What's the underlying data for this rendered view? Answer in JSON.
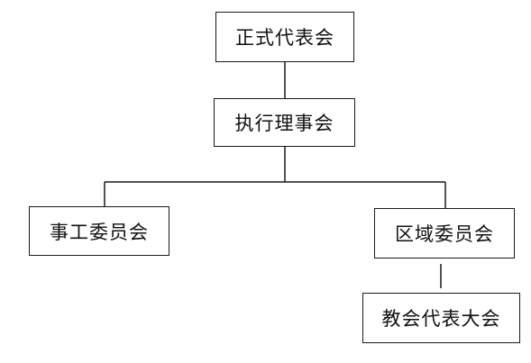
{
  "nodes": {
    "top": "正式代表会",
    "executive": "执行理事会",
    "staff_committee": "事工委员会",
    "regional_committee": "区域委员会",
    "church_assembly": "教会代表大会"
  },
  "colors": {
    "line": "#1a1a1a",
    "box_border": "#1a1a1a",
    "background": "#ffffff",
    "text": "#111111"
  }
}
